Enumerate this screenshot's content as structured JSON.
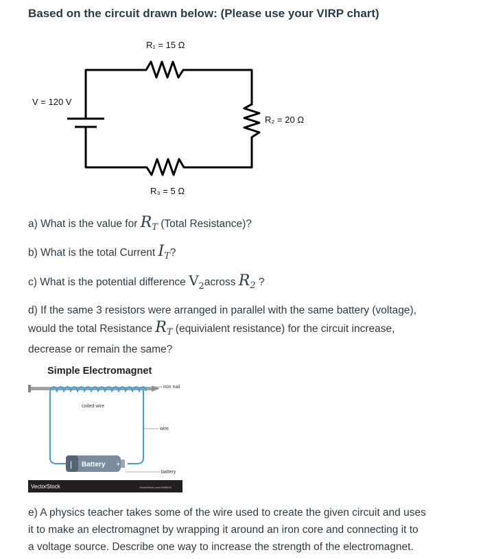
{
  "heading": "Based on the circuit drawn below: (Please use your VIRP chart)",
  "circuit": {
    "r1_label": "R₁ = 15 Ω",
    "r2_label": "R₂ = 20 Ω",
    "r3_label": "R₃ = 5 Ω",
    "v_label": "V = 120 V"
  },
  "questions": {
    "a_prefix": "a) What is the value for ",
    "a_var": "R",
    "a_sub": "T",
    "a_suffix": " (Total Resistance)?",
    "b_prefix": "b) What is the total Current ",
    "b_var": "I",
    "b_sub": "T",
    "b_suffix": "?",
    "c_prefix": "c) What is the potential difference ",
    "c_var": "V",
    "c_sub": "2",
    "c_mid": "across ",
    "c_var2": "R",
    "c_sub2": "2",
    "c_suffix": " ?",
    "d_line1": "d) If the same 3 resistors were arranged in parallel with the same battery (voltage),",
    "d_line2_prefix": "would the total Resistance ",
    "d_var": "R",
    "d_sub": "T",
    "d_line2_suffix": " (equivialent resistance) for the circuit increase,",
    "d_line3": "decrease or remain the same?",
    "e_line1": "e) A physics teacher takes some of the wire used to create the given circuit and uses",
    "e_line2": "it to make an electromagnet by wrapping it around an iron core and connecting it to",
    "e_line3": "a voltage source. Describe one way to increase the strength of the electromagnet."
  },
  "electromagnet": {
    "title": "Simple Electromagnet",
    "iron_nail": "iron nail",
    "coiled_wire": "coiled wire",
    "wire": "wire",
    "battery": "battery",
    "battery_text": "Battery",
    "watermark": "VectorStock",
    "watermark_small": "VectorStock.com/1856026",
    "colors": {
      "wire": "#3aa0d8",
      "battery": "#7a8c9e",
      "nail": "#9aa0a6"
    }
  }
}
